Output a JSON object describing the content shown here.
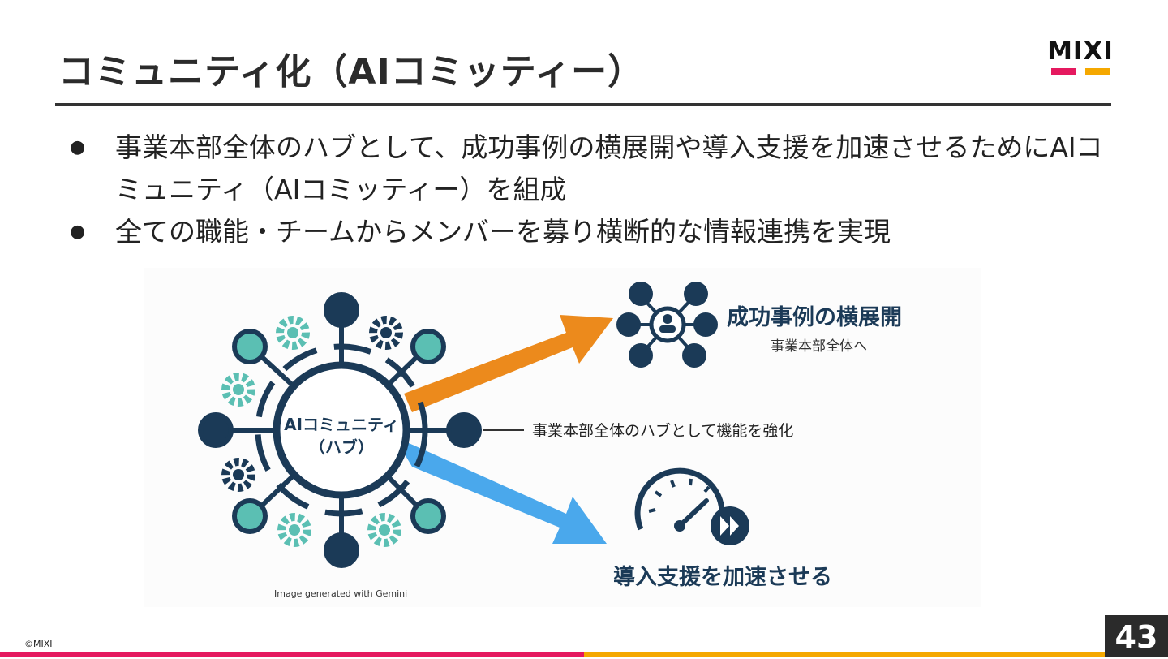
{
  "slide": {
    "title": "コミュニティ化（AIコミッティー）",
    "bullets": [
      "事業本部全体のハブとして、成功事例の横展開や導入支援を加速させるためにAIコミュニティ（AIコミッティー）を組成",
      "全ての職能・チームからメンバーを募り横断的な情報連携を実現"
    ],
    "page_number": "43",
    "copyright": "©MIXI"
  },
  "logo": {
    "text": "MIXI",
    "bar_colors": [
      "#e5195f",
      "#f5a800"
    ]
  },
  "figure": {
    "hub_label_line1": "AIコミュニティ",
    "hub_label_line2": "（ハブ）",
    "top_heading": "成功事例の横展開",
    "top_sub": "事業本部全体へ",
    "middle_label": "事業本部全体のハブとして機能を強化",
    "bottom_heading": "導入支援を加速させる",
    "credit": "Image generated with Gemini",
    "colors": {
      "navy": "#1b3a57",
      "teal": "#5bbfb3",
      "orange": "#ec8a1c",
      "blue": "#4aa8ec"
    }
  },
  "footer": {
    "left_color": "#e5195f",
    "right_color": "#f5a800"
  }
}
